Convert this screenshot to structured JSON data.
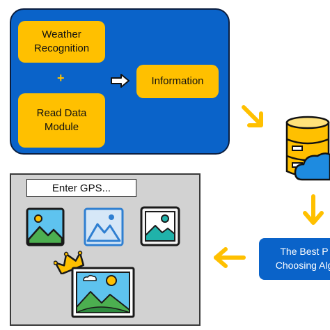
{
  "panel": {
    "weather_recognition": "Weather\nRecognition",
    "plus": "+",
    "read_data_module": "Read Data\nModule",
    "information": "Information"
  },
  "gps": {
    "label": "Enter GPS..."
  },
  "result": {
    "line1": "The Best P",
    "line2": "Choosing Alg"
  },
  "colors": {
    "panel_blue": "#0a63c9",
    "box_yellow": "#ffc000",
    "arrow_yellow": "#ffc000",
    "gray_panel": "#d2d2d2"
  },
  "icons": [
    "arrow-right-icon",
    "arrow-down-icon",
    "arrow-left-icon",
    "database-cloud-icon",
    "image-icon",
    "crown-icon"
  ]
}
